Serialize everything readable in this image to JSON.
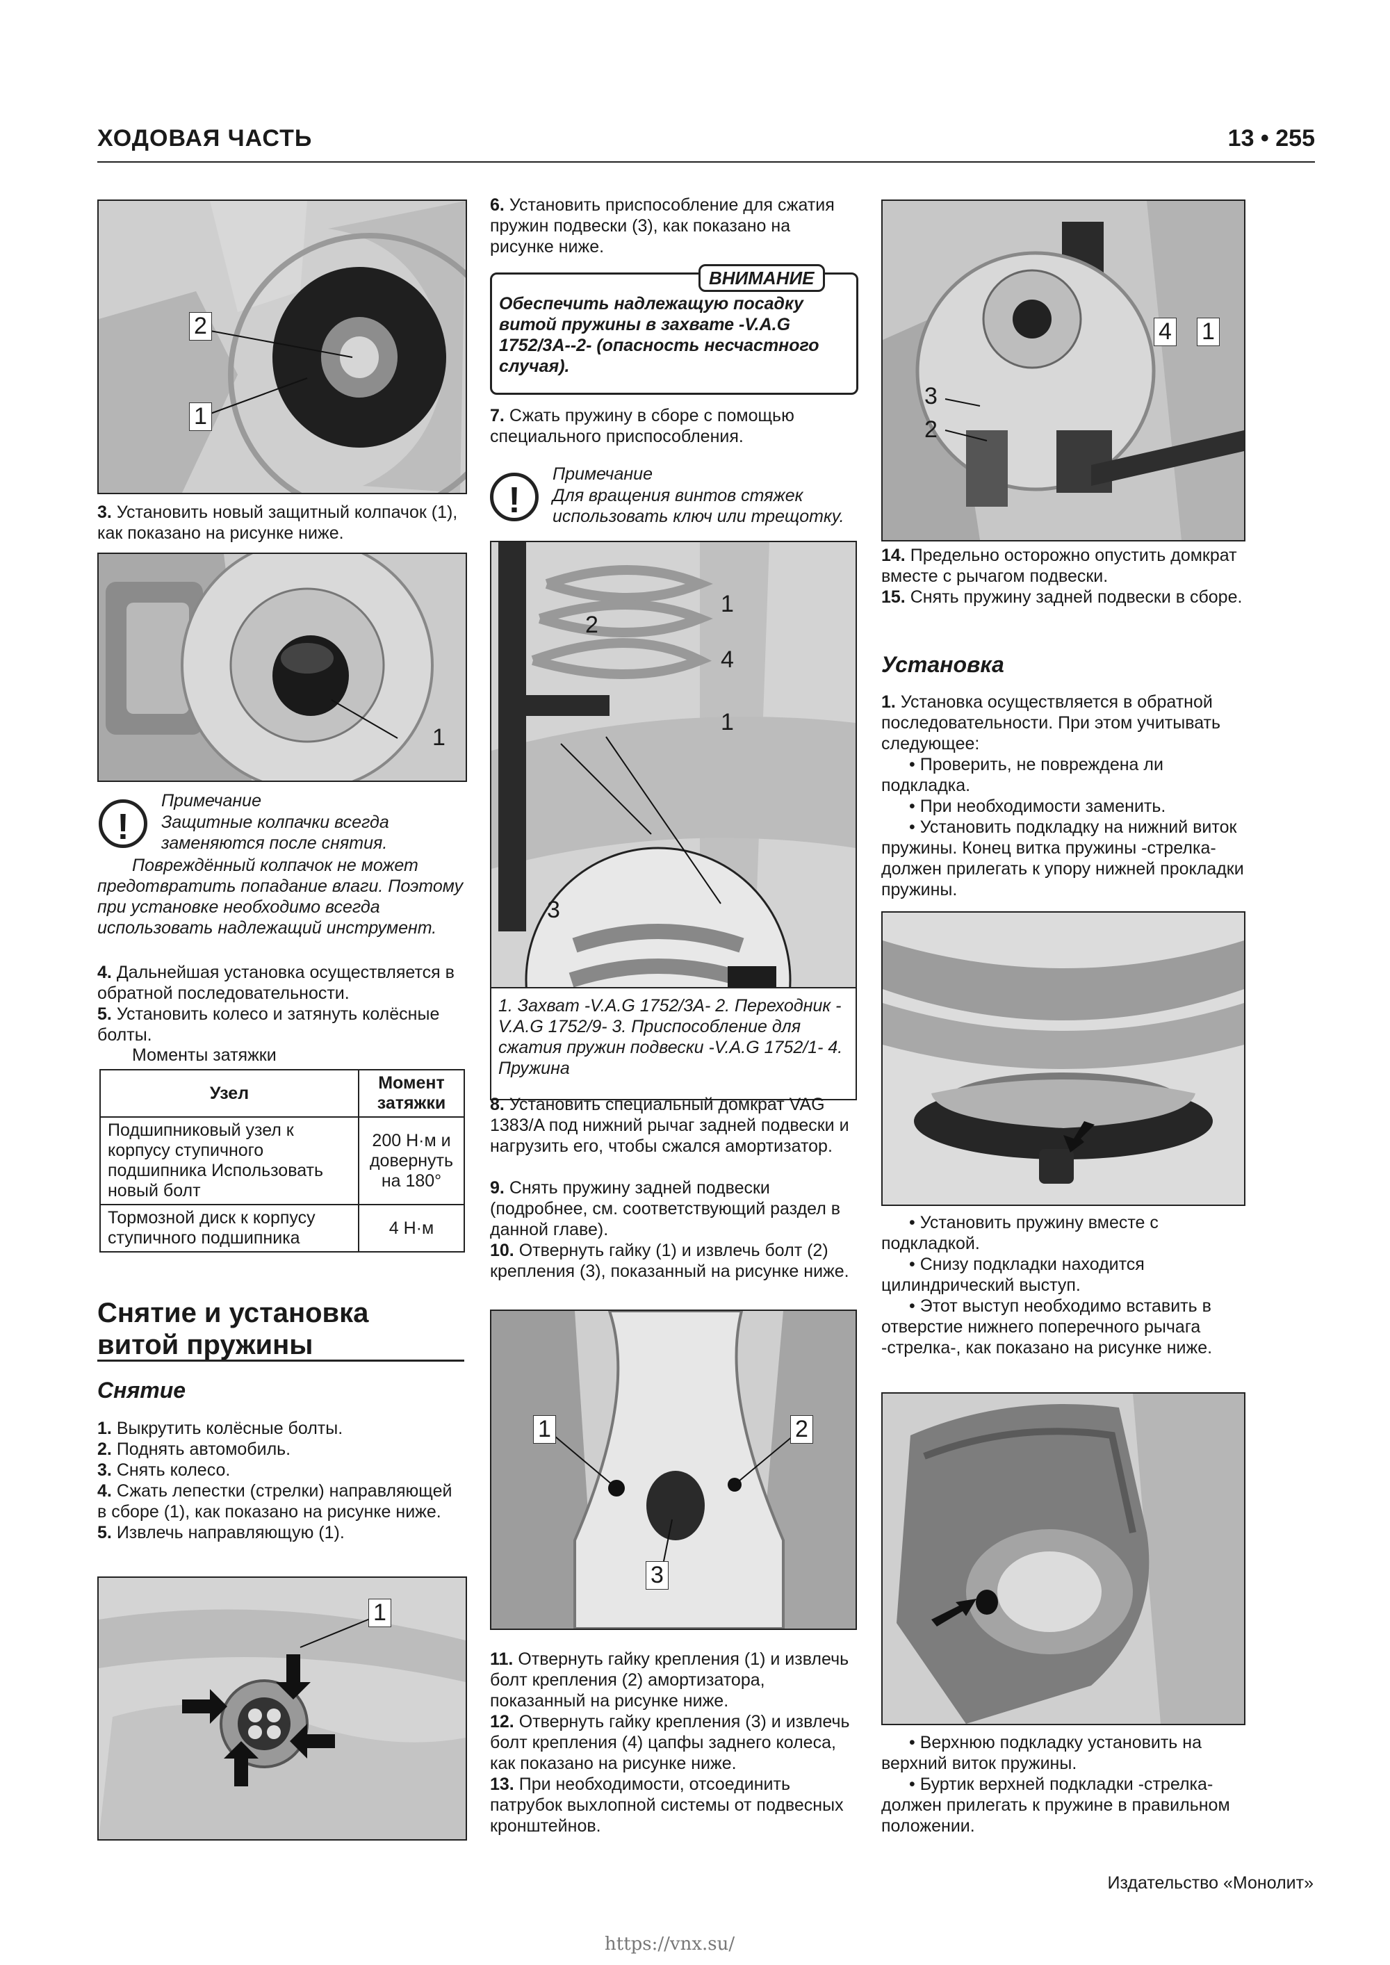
{
  "header": {
    "section": "ХОДОВАЯ ЧАСТЬ",
    "page": "13 • 255"
  },
  "col1": {
    "fig1": {
      "labels": [
        "2",
        "1"
      ]
    },
    "step3": {
      "num": "3.",
      "text": "Установить новый защитный колпачок (1), как показано на рисунке ниже."
    },
    "fig2": {
      "labels": [
        "1"
      ]
    },
    "note": {
      "title": "Примечание",
      "line1": "Защитные колпачки всегда заменяются после снятия.",
      "line2": "Повреждённый колпачок не может предотвратить попадание влаги. Поэтому при установке необходимо всегда использовать надлежащий инструмент."
    },
    "step4": {
      "num": "4.",
      "text": "Дальнейшая установка осуществляется в обратной последовательности."
    },
    "step5": {
      "num": "5.",
      "text": "Установить колесо и затянуть колёсные болты."
    },
    "torque_caption": "Моменты затяжки",
    "torque_table": {
      "headers": [
        "Узел",
        "Момент затяжки"
      ],
      "rows": [
        [
          "Подшипниковый узел к корпусу ступичного подшипника Использовать новый болт",
          "200 Н·м и довернуть на 180°"
        ],
        [
          "Тормозной диск к корпусу ступичного подшипника",
          "4 Н·м"
        ]
      ]
    },
    "section_title": "Снятие и установка витой пружины",
    "subsection": "Снятие",
    "removal_steps": [
      {
        "num": "1.",
        "text": "Выкрутить колёсные болты."
      },
      {
        "num": "2.",
        "text": "Поднять автомобиль."
      },
      {
        "num": "3.",
        "text": "Снять колесо."
      },
      {
        "num": "4.",
        "text": "Сжать лепестки (стрелки) направляющей в сборе (1), как показано на рисунке ниже."
      },
      {
        "num": "5.",
        "text": "Извлечь направляющую (1)."
      }
    ],
    "fig3": {
      "labels": [
        "1"
      ]
    }
  },
  "col2": {
    "step6": {
      "num": "6.",
      "text": "Установить приспособление для сжатия пружин подвески (3), как показано на рисунке ниже."
    },
    "warning": {
      "title": "ВНИМАНИЕ",
      "text": "Обеспечить надлежащую посадку витой пружины в захвате -V.A.G 1752/3A--2- (опасность несчастного случая)."
    },
    "step7": {
      "num": "7.",
      "text": "Сжать пружину в сборе с помощью специального приспособления."
    },
    "note": {
      "title": "Примечание",
      "text": "Для вращения винтов стяжек использовать ключ или трещотку."
    },
    "fig4": {
      "labels": [
        "1",
        "2",
        "4",
        "1",
        "3"
      ],
      "caption": "1. Захват -V.A.G 1752/3A- 2. Переходник -V.A.G 1752/9- 3. Приспособление для сжатия пружин подвески -V.A.G 1752/1- 4. Пружина"
    },
    "step8": {
      "num": "8.",
      "text": "Установить специальный домкрат VAG 1383/A под нижний рычаг задней подвески и нагрузить его, чтобы сжался амортизатор."
    },
    "step9": {
      "num": "9.",
      "text": "Снять пружину задней подвески (подробнее, см. соответствующий раздел в данной главе)."
    },
    "step10": {
      "num": "10.",
      "text": "Отвернуть гайку (1) и извлечь болт (2) крепления (3), показанный на рисунке ниже."
    },
    "fig5": {
      "labels": [
        "1",
        "2",
        "3"
      ]
    },
    "step11": {
      "num": "11.",
      "text": "Отвернуть гайку крепления (1) и извлечь болт крепления (2) амортизатора, показанный на рисунке ниже."
    },
    "step12": {
      "num": "12.",
      "text": "Отвернуть гайку крепления (3) и извлечь болт крепления (4) цапфы заднего колеса, как показано на рисунке ниже."
    },
    "step13": {
      "num": "13.",
      "text": "При необходимости, отсоединить патрубок выхлопной системы от подвесных кронштейнов."
    }
  },
  "col3": {
    "fig6": {
      "labels": [
        "4",
        "1",
        "3",
        "2"
      ]
    },
    "step14": {
      "num": "14.",
      "text": "Предельно осторожно опустить домкрат вместе с рычагом подвески."
    },
    "step15": {
      "num": "15.",
      "text": "Снять пружину задней подвески в сборе."
    },
    "subsection": "Установка",
    "install_intro": {
      "num": "1.",
      "text": "Установка осуществляется в обратной последовательности. При этом учитывать следующее:"
    },
    "bullets1": [
      "Проверить, не повреждена ли подкладка.",
      "При необходимости заменить.",
      "Установить подкладку на нижний виток пружины. Конец витка пружины -стрелка- должен прилегать к упору нижней прокладки пружины."
    ],
    "bullets2": [
      "Установить пружину вместе с подкладкой.",
      "Снизу подкладки находится цилиндрический выступ.",
      "Этот выступ необходимо вставить в отверстие нижнего поперечного рычага -стрелка-, как показано на рисунке ниже."
    ],
    "bullets3": [
      "Верхнюю подкладку установить на верхний виток пружины.",
      "Буртик верхней подкладки -стрелка- должен прилегать к пружине в правильном положении."
    ]
  },
  "footer": {
    "publisher": "Издательство «Монолит»",
    "watermark": "https://vnx.su/"
  },
  "bullet_symbol": "•"
}
